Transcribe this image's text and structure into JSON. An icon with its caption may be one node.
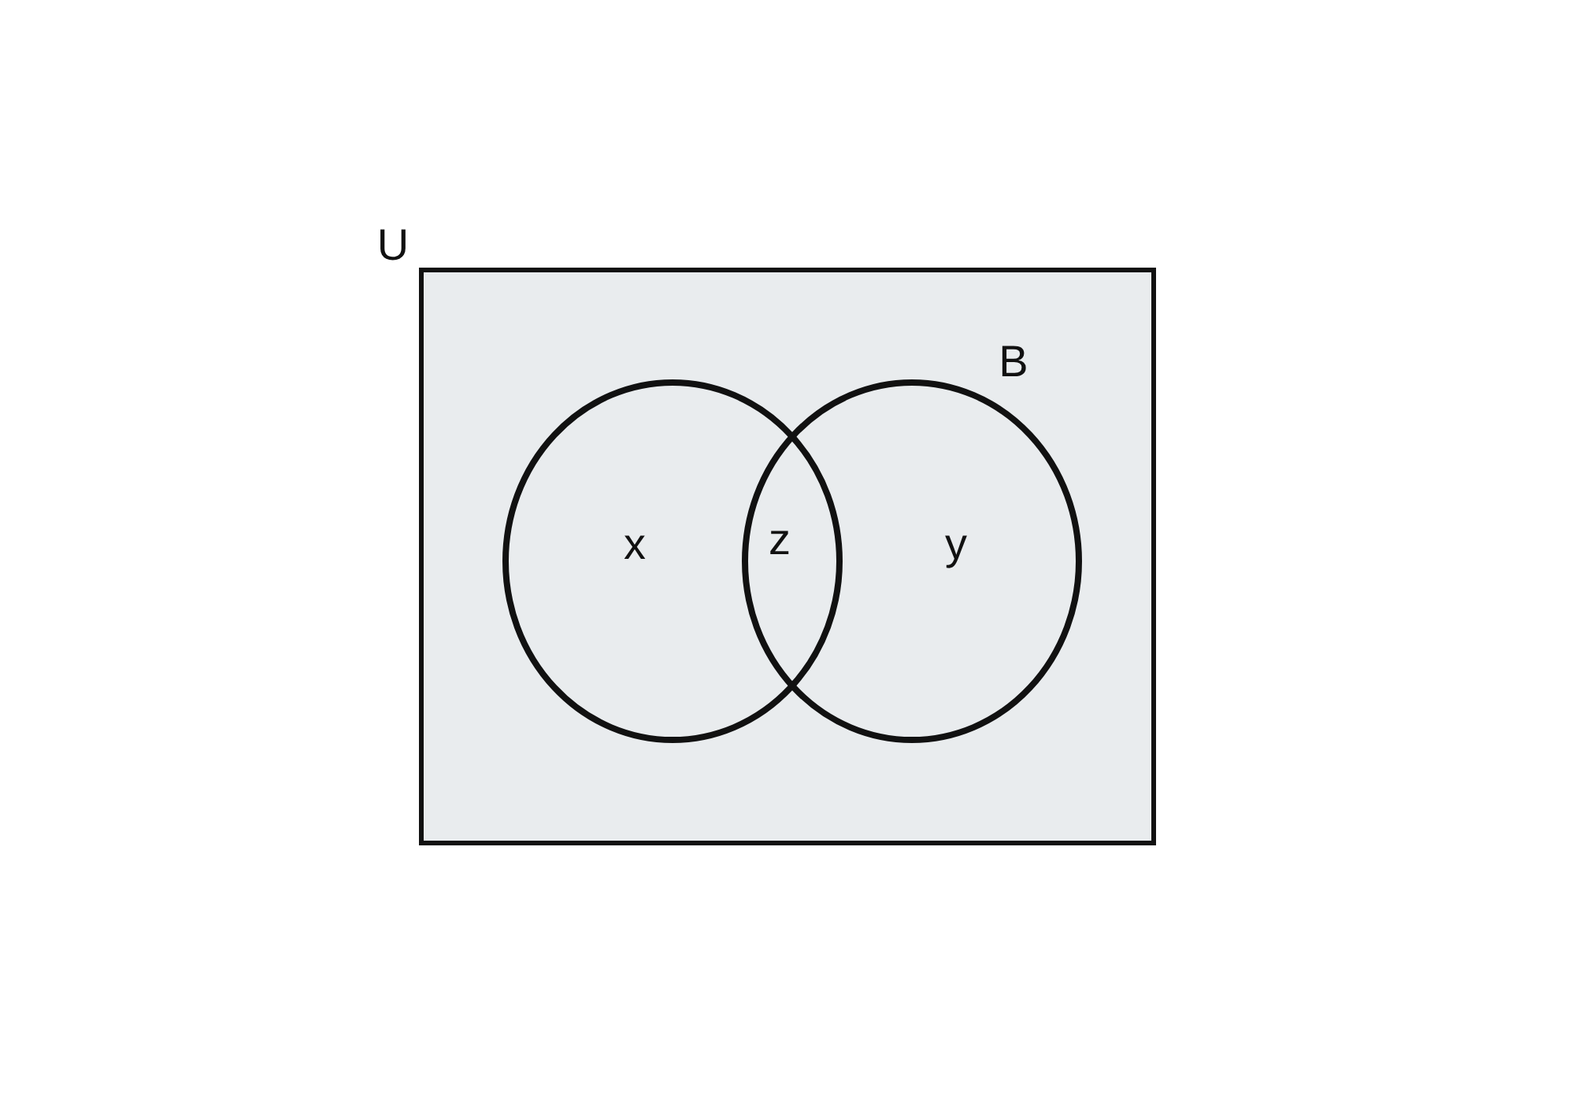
{
  "diagram": {
    "nodes": [
      {
        "text": [
          "U"
        ]
      },
      {
        "text": [
          "x"
        ],
        "in": 0
      },
      {
        "text": [
          "B",
          "y"
        ],
        "in": 0
      }
    ],
    "labels": [
      "z"
    ]
  }
}
